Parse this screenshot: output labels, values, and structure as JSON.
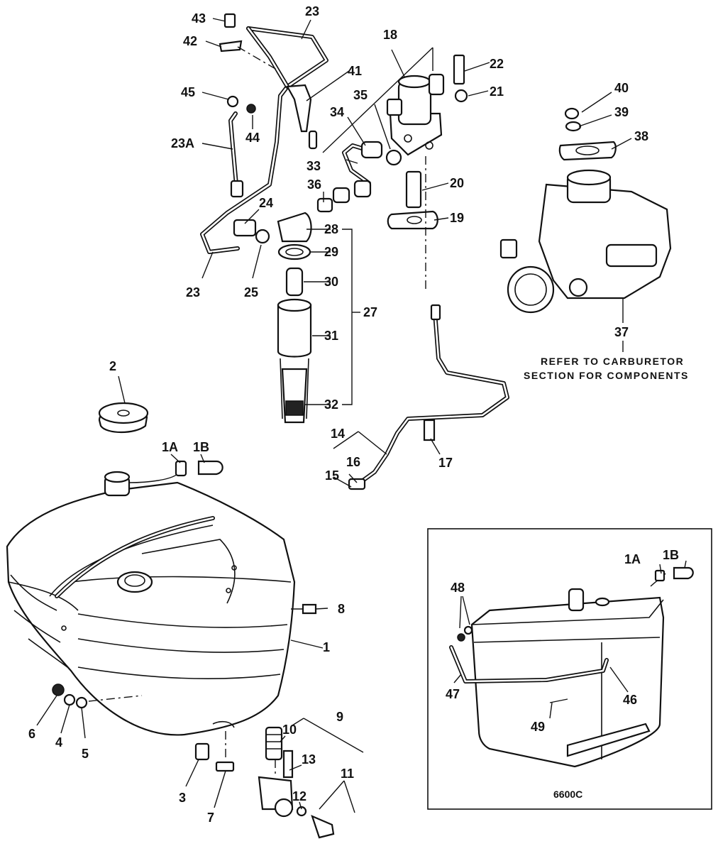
{
  "diagram": {
    "callouts": {
      "p1": "1",
      "p1a": "1A",
      "p1b": "1B",
      "p2": "2",
      "p3": "3",
      "p4": "4",
      "p5": "5",
      "p6": "6",
      "p7": "7",
      "p8": "8",
      "p9": "9",
      "p10": "10",
      "p11": "11",
      "p12": "12",
      "p13": "13",
      "p14": "14",
      "p15": "15",
      "p16": "16",
      "p17": "17",
      "p18": "18",
      "p19": "19",
      "p20": "20",
      "p21": "21",
      "p22": "22",
      "p23a": "23",
      "p23b": "23",
      "p23A": "23A",
      "p24": "24",
      "p25": "25",
      "p27": "27",
      "p28": "28",
      "p29": "29",
      "p30": "30",
      "p31": "31",
      "p32": "32",
      "p33": "33",
      "p34": "34",
      "p35": "35",
      "p36": "36",
      "p37": "37",
      "p38": "38",
      "p39": "39",
      "p40": "40",
      "p41": "41",
      "p42": "42",
      "p43": "43",
      "p44": "44",
      "p45": "45"
    },
    "note_line1": "REFER TO CARBURETOR",
    "note_line2": "SECTION FOR COMPONENTS",
    "inset": {
      "p1a": "1A",
      "p1b": "1B",
      "p46": "46",
      "p47": "47",
      "p48": "48",
      "p49": "49",
      "model": "6600C"
    }
  }
}
